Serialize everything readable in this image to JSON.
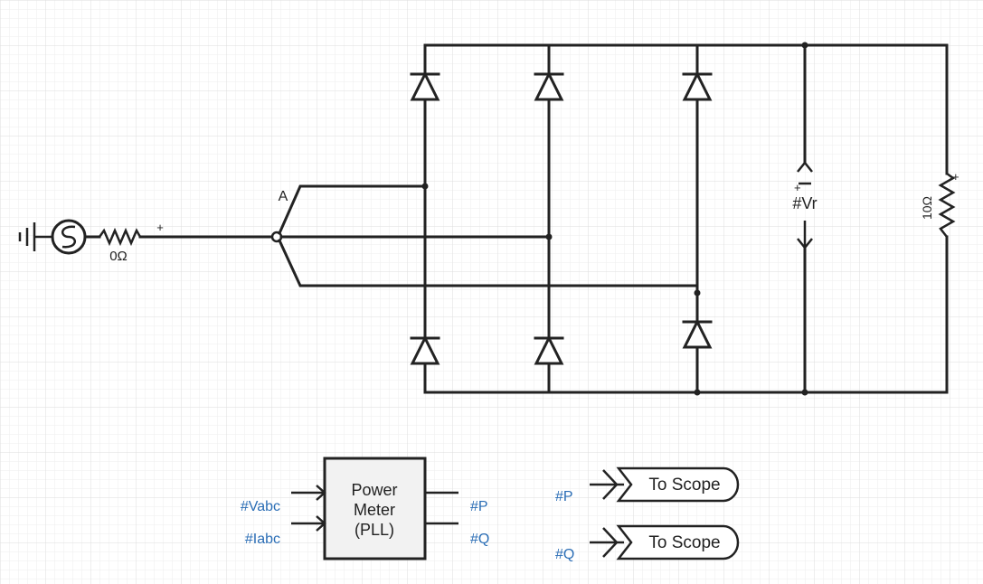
{
  "source": {
    "resistor_value": "0Ω",
    "resistor_polarity": "+"
  },
  "transformer": {
    "label": "A"
  },
  "probe": {
    "label": "#Vr",
    "polarity": "+"
  },
  "load": {
    "resistor_value": "10Ω",
    "polarity": "+"
  },
  "power_meter": {
    "title_line1": "Power",
    "title_line2": "Meter",
    "title_line3": "(PLL)",
    "input_voltage": "#Vabc",
    "input_current": "#Iabc",
    "output_p": "#P",
    "output_q": "#Q"
  },
  "scopes": [
    {
      "signal": "#P",
      "label": "To Scope"
    },
    {
      "signal": "#Q",
      "label": "To Scope"
    }
  ],
  "colors": {
    "wire": "#222222",
    "signal_tag": "#2a6db5",
    "grid": "#e6e6e6",
    "block_fill": "#f2f2f2"
  }
}
